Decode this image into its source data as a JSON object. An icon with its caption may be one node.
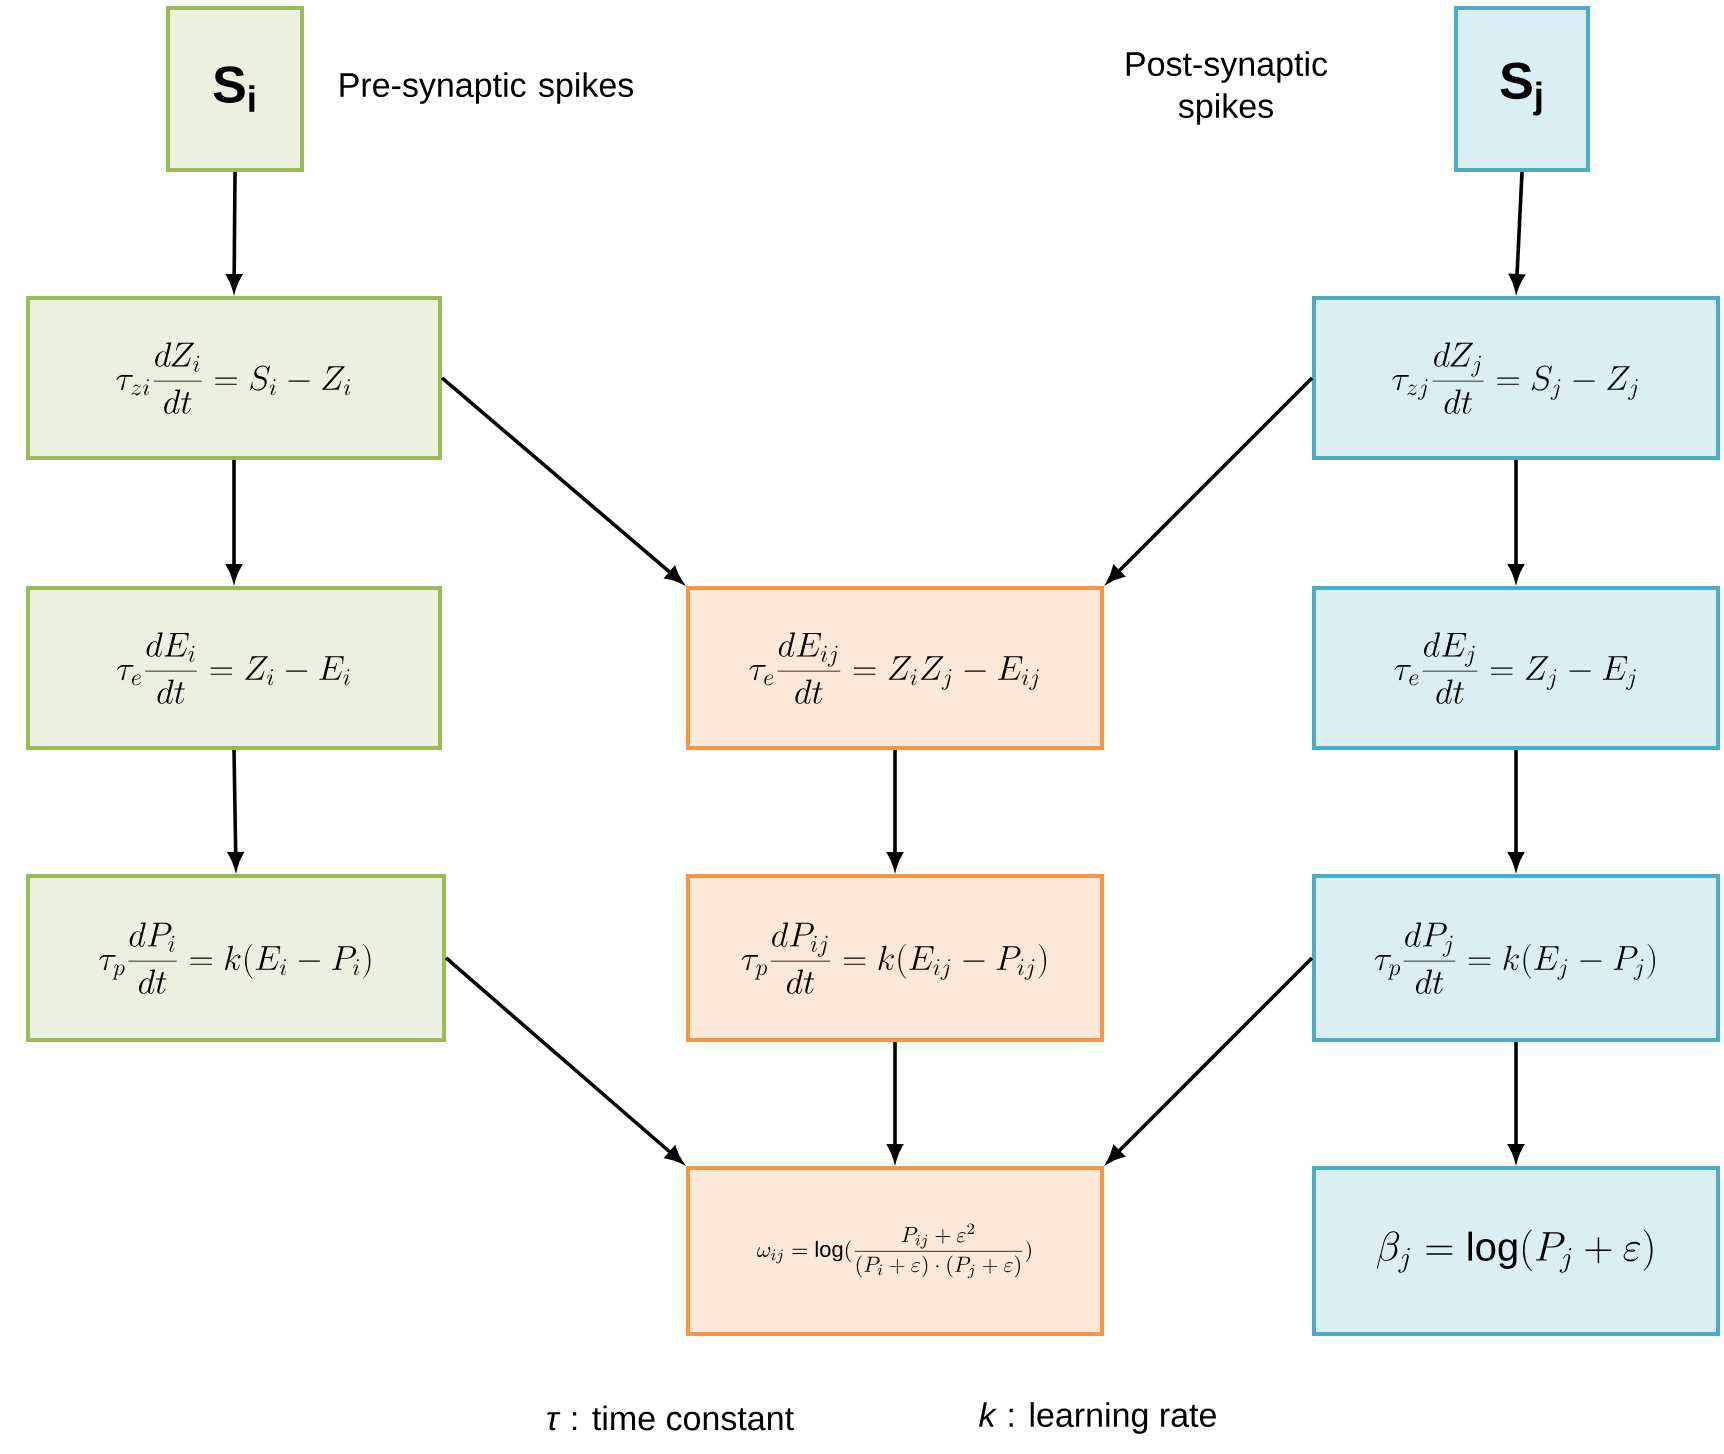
{
  "diagram": {
    "nodes": [
      {
        "text": [
          "S$_{i}$"
        ],
        "beside": [
          "Pre-synaptic spikes"
        ]
      },
      {
        "text": [
          "S$_{j}$"
        ],
        "beside": [
          "Post-synaptic spikes"
        ]
      },
      {
        "text": [
          "\\tau_{zi}\\frac{dZ_{i}}{dt}=S_{i}-Z_{i}"
        ]
      },
      {
        "text": [
          "\\tau_{zj}\\frac{dZ_{j}}{dt}=S_{j}-Z_{j}"
        ]
      },
      {
        "text": [
          "\\tau_{e}\\frac{dE_{i}}{dt}=Z_{i}-E_{i}"
        ]
      },
      {
        "text": [
          "\\tau_{e}\\frac{dE_{ij}}{dt}=Z_{i}Z_{j}-E_{ij}"
        ]
      },
      {
        "text": [
          "\\tau_{e}\\frac{dE_{j}}{dt}=Z_{j}-E_{j}"
        ]
      },
      {
        "text": [
          "\\tau_{p}\\frac{dP_{i}}{dt}=k(E_{i}-P_{i})"
        ]
      },
      {
        "text": [
          "\\tau_{p}\\frac{dP_{ij}}{dt}=k(E_{ij}-P_{ij})"
        ]
      },
      {
        "text": [
          "\\tau_{p}\\frac{dP_{j}}{dt}=k(E_{j}-P_{j})"
        ]
      },
      {
        "text": [
          "\\omega_{ij}=\\log(\\frac{P_{ij}+\\varepsilon^{2}}{(P_{i}+\\varepsilon)\\cdot(P_{j}+\\varepsilon)})"
        ]
      },
      {
        "text": [
          "\\beta_{j}=\\log(P_{j}+\\varepsilon)"
        ]
      }
    ],
    "edges": [
      {
        "from": 0,
        "to": 2,
        "arrow": "to"
      },
      {
        "from": 1,
        "to": 3,
        "arrow": "to"
      },
      {
        "from": 2,
        "to": 4,
        "arrow": "to"
      },
      {
        "from": 2,
        "to": 5,
        "arrow": "to"
      },
      {
        "from": 3,
        "to": 5,
        "arrow": "to"
      },
      {
        "from": 3,
        "to": 6,
        "arrow": "to"
      },
      {
        "from": 4,
        "to": 7,
        "arrow": "to"
      },
      {
        "from": 5,
        "to": 8,
        "arrow": "to"
      },
      {
        "from": 6,
        "to": 9,
        "arrow": "to"
      },
      {
        "from": 7,
        "to": 10,
        "arrow": "to"
      },
      {
        "from": 8,
        "to": 10,
        "arrow": "to"
      },
      {
        "from": 9,
        "to": 10,
        "arrow": "to"
      },
      {
        "from": 9,
        "to": 11,
        "arrow": "to"
      }
    ],
    "labels": [
      "*τ* : time constant",
      "*k* : learning rate"
    ]
  }
}
